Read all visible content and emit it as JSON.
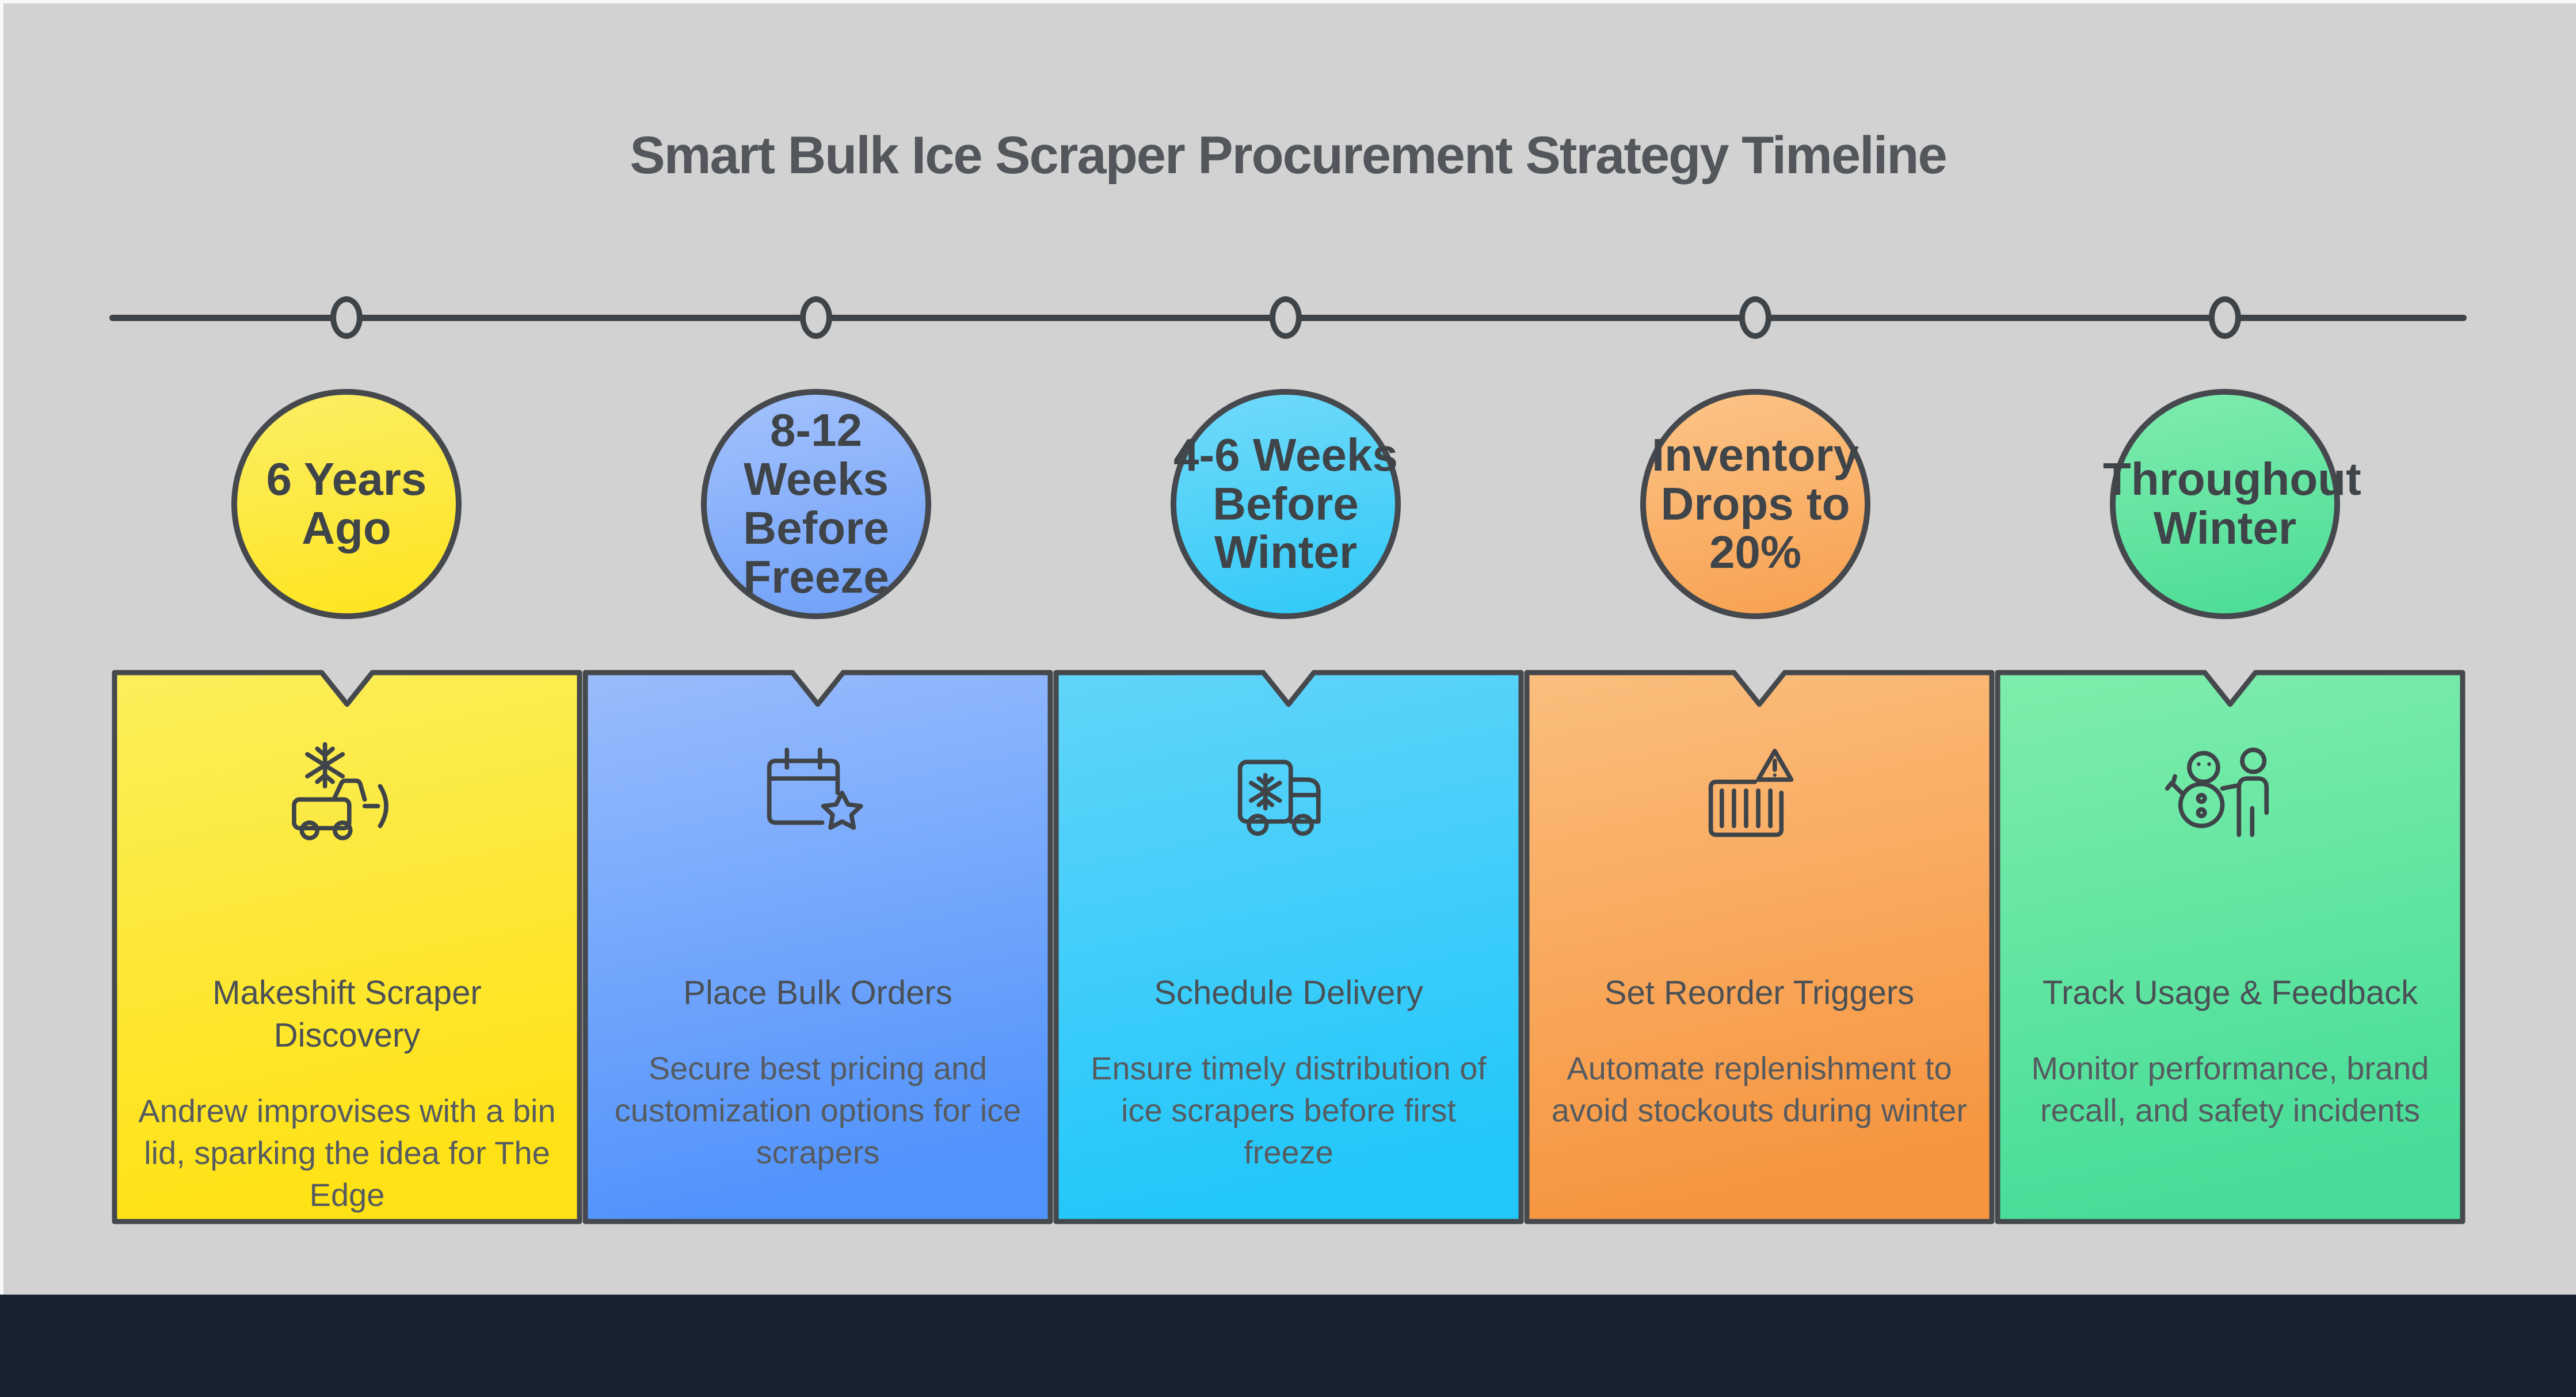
{
  "page": {
    "background_color": "#d2d2d2",
    "frame_color": "#f8f9fa",
    "footer_color": "#19222F",
    "stroke_color": "#45494D",
    "line_color": "#3E4347"
  },
  "title": "Smart Bulk Ice Scraper Procurement Strategy Timeline",
  "stages": [
    {
      "circle_label": "6 Years Ago",
      "card_title": "Makeshift Scraper Discovery",
      "card_body": "Andrew improvises with a bin lid, sparking the idea for The Edge",
      "icon": "snowplow-truck-icon",
      "color_top": "#FBEE66",
      "color_bottom": "#FFE215"
    },
    {
      "circle_label": "8-12 Weeks Before Freeze",
      "card_title": "Place Bulk Orders",
      "card_body": "Secure best pricing and customization options for ice scrapers",
      "icon": "calendar-star-icon",
      "color_top": "#99BCFC",
      "color_bottom": "#5193FC"
    },
    {
      "circle_label": "4-6 Weeks Before Winter",
      "card_title": "Schedule Delivery",
      "card_body": "Ensure timely distribution of ice scrapers before first freeze",
      "icon": "freezer-truck-icon",
      "color_top": "#62D4F9",
      "color_bottom": "#22C7FA"
    },
    {
      "circle_label": "Inventory Drops to 20%",
      "card_title": "Set Reorder Triggers",
      "card_body": "Automate replenishment to avoid stockouts during winter",
      "icon": "container-warning-icon",
      "color_top": "#FBBE7E",
      "color_bottom": "#F6953F"
    },
    {
      "circle_label": "Throughout Winter",
      "card_title": "Track Usage & Feedback",
      "card_body": "Monitor performance, brand recall, and safety incidents",
      "icon": "snowman-person-icon",
      "color_top": "#7FEDAC",
      "color_bottom": "#47DD98"
    }
  ]
}
